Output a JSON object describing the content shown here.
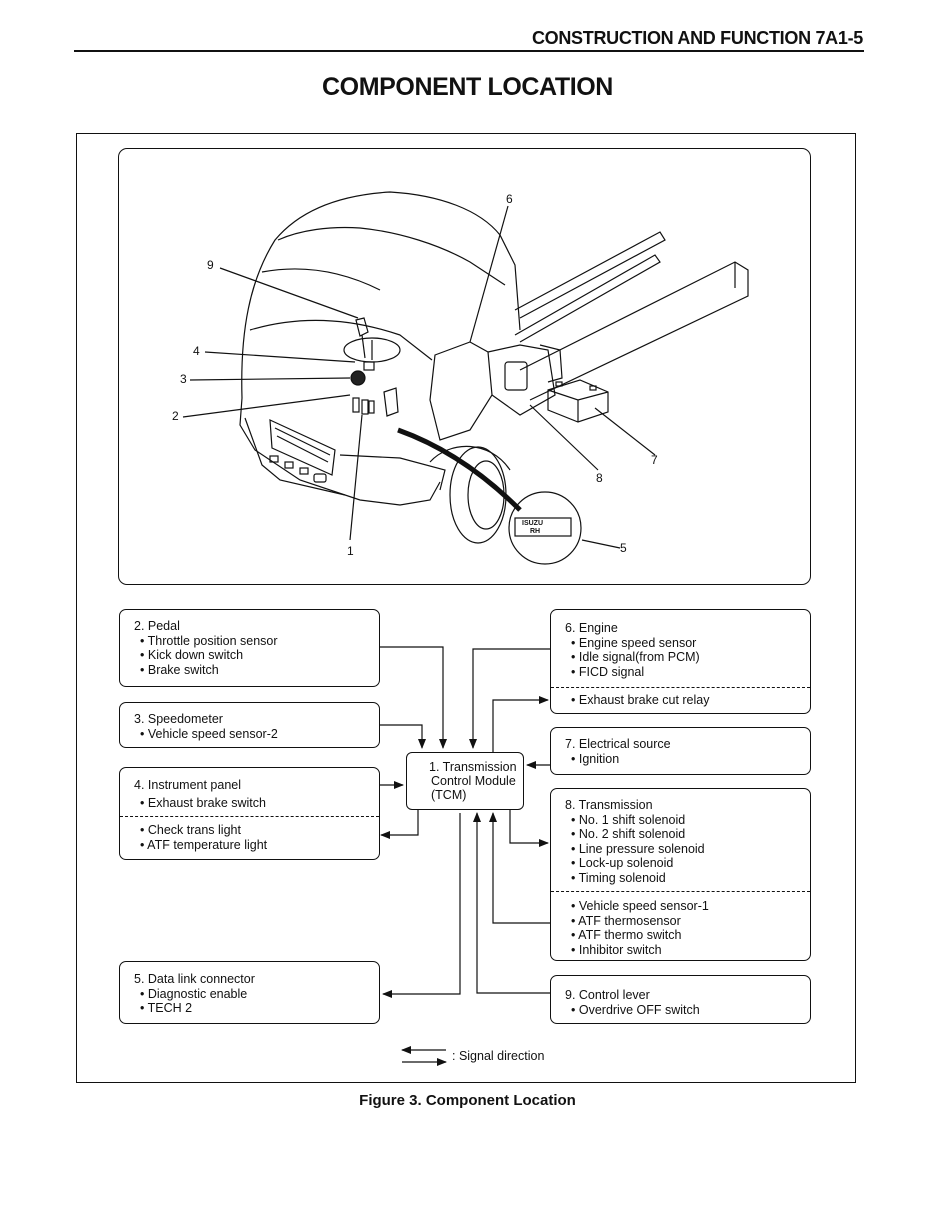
{
  "header": {
    "section_title": "CONSTRUCTION AND FUNCTION 7A1-5"
  },
  "page_title": "COMPONENT LOCATION",
  "illustration": {
    "callouts": [
      "1",
      "2",
      "3",
      "4",
      "5",
      "6",
      "7",
      "8",
      "9"
    ],
    "connector_label_top": "ISUZU",
    "connector_label_bottom": "RH"
  },
  "tcm": {
    "line1": "1. Transmission",
    "line2": "Control Module",
    "line3": "(TCM)"
  },
  "boxes": {
    "pedal": {
      "title": "2. Pedal",
      "items": [
        "Throttle position sensor",
        "Kick down switch",
        "Brake switch"
      ]
    },
    "speedometer": {
      "title": "3. Speedometer",
      "items": [
        "Vehicle speed sensor-2"
      ]
    },
    "instrument": {
      "title": "4. Instrument panel",
      "items_in": [
        "Exhaust brake switch"
      ],
      "items_out": [
        "Check trans light",
        "ATF temperature light"
      ]
    },
    "dlc": {
      "title": "5. Data link connector",
      "items": [
        "Diagnostic enable",
        "TECH 2"
      ]
    },
    "engine": {
      "title": "6. Engine",
      "items_in": [
        "Engine speed sensor",
        "Idle signal(from PCM)",
        "FICD signal"
      ],
      "items_out": [
        "Exhaust brake cut relay"
      ]
    },
    "electrical": {
      "title": "7. Electrical source",
      "items": [
        "Ignition"
      ]
    },
    "transmission": {
      "title": "8. Transmission",
      "items_out": [
        "No. 1 shift solenoid",
        "No. 2 shift solenoid",
        "Line pressure solenoid",
        "Lock-up solenoid",
        "Timing solenoid"
      ],
      "items_in": [
        "Vehicle speed sensor-1",
        "ATF thermosensor",
        "ATF thermo switch",
        "Inhibitor switch"
      ]
    },
    "control_lever": {
      "title": "9. Control lever",
      "items": [
        "Overdrive OFF switch"
      ]
    }
  },
  "legend": {
    "text": ": Signal direction"
  },
  "caption": "Figure 3. Component Location"
}
